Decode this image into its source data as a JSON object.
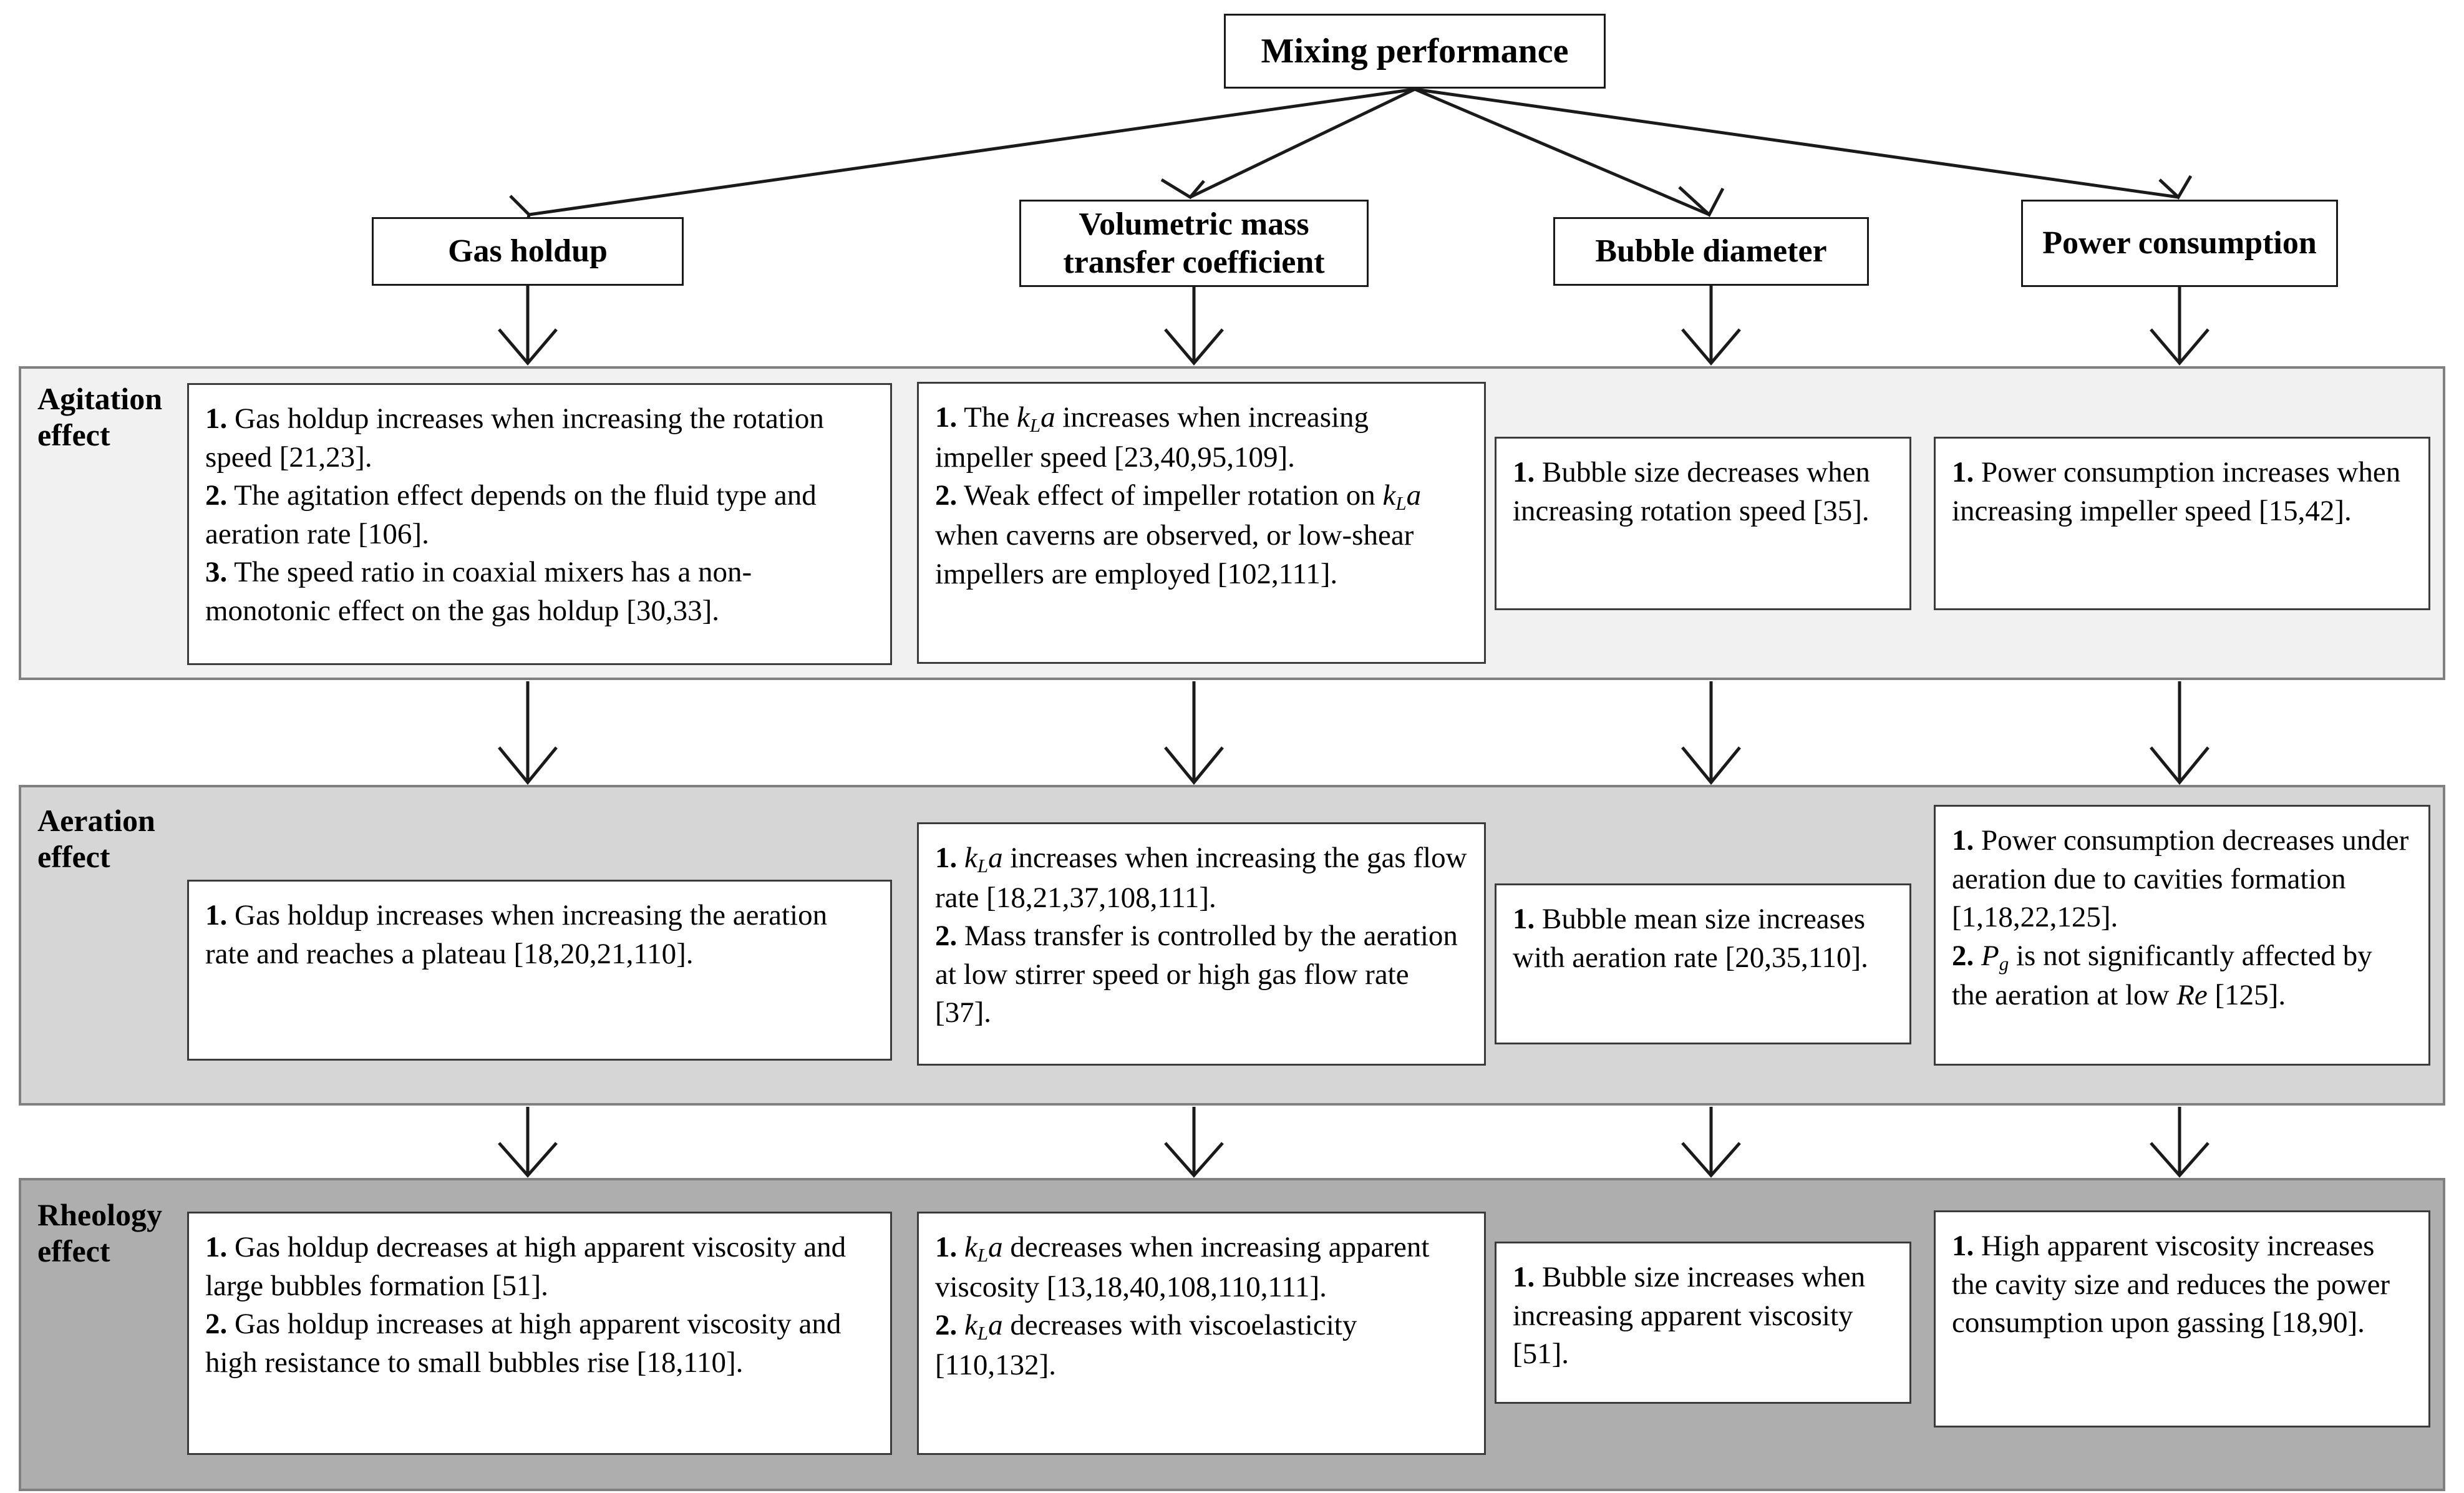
{
  "root": {
    "label": "Mixing performance"
  },
  "categories": [
    {
      "label": "Gas holdup"
    },
    {
      "label": "Volumetric mass transfer coefficient"
    },
    {
      "label": "Bubble diameter"
    },
    {
      "label": "Power consumption"
    }
  ],
  "bands": [
    {
      "label": "Agitation effect",
      "bg": "#f1f1f1"
    },
    {
      "label": "Aeration effect",
      "bg": "#d6d6d6"
    },
    {
      "label": "Rheology effect",
      "bg": "#aeaeae"
    }
  ],
  "cells": {
    "agitation": {
      "gas_holdup": "1. Gas holdup increases when increasing the rotation speed [21,23].\n2. The agitation effect depends on the fluid type and aeration rate [106].\n3. The speed ratio in coaxial mixers has a non-monotonic effect on the gas holdup [30,33].",
      "kla": "1. The kLa increases when increasing impeller speed [23,40,95,109].\n2. Weak effect of impeller rotation on kLa when caverns are observed, or low-shear impellers are employed [102,111].",
      "bubble_diameter": "1. Bubble size decreases when increasing rotation speed [35].",
      "power_consumption": "1. Power consumption increases when increasing impeller speed [15,42]."
    },
    "aeration": {
      "gas_holdup": "1. Gas holdup increases when increasing the aeration rate and reaches a plateau [18,20,21,110].",
      "kla": "1. kLa increases when increasing the gas flow rate [18,21,37,108,111].\n2. Mass transfer is controlled by the aeration at low stirrer speed or high gas flow rate [37].",
      "bubble_diameter": "1. Bubble mean size increases with aeration rate [20,35,110].",
      "power_consumption": "1. Power consumption decreases under aeration due to cavities formation [1,18,22,125].\n2. Pg is not significantly affected by the aeration at low Re [125]."
    },
    "rheology": {
      "gas_holdup": "1. Gas holdup decreases at high apparent viscosity and large bubbles formation [51].\n2. Gas holdup increases at high apparent viscosity and high resistance to small bubbles rise [18,110].",
      "kla": "1. kLa decreases when increasing apparent viscosity [13,18,40,108,110,111].\n2. kLa decreases with viscoelasticity [110,132].",
      "bubble_diameter": "1. Bubble size increases when increasing apparent viscosity [51].",
      "power_consumption": "1. High apparent viscosity increases the cavity size and reduces the power consumption upon gassing [18,90]."
    }
  },
  "symbols": {
    "kla": "kLa",
    "pg": "Pg",
    "re": "Re"
  },
  "colors": {
    "node_border": "#1a1a1a",
    "card_border": "#3b3b3b",
    "band_border": "#808080",
    "arrow": "#1a1a1a",
    "band_agitation": "#f1f1f1",
    "band_aeration": "#d6d6d6",
    "band_rheology": "#aeaeae"
  }
}
